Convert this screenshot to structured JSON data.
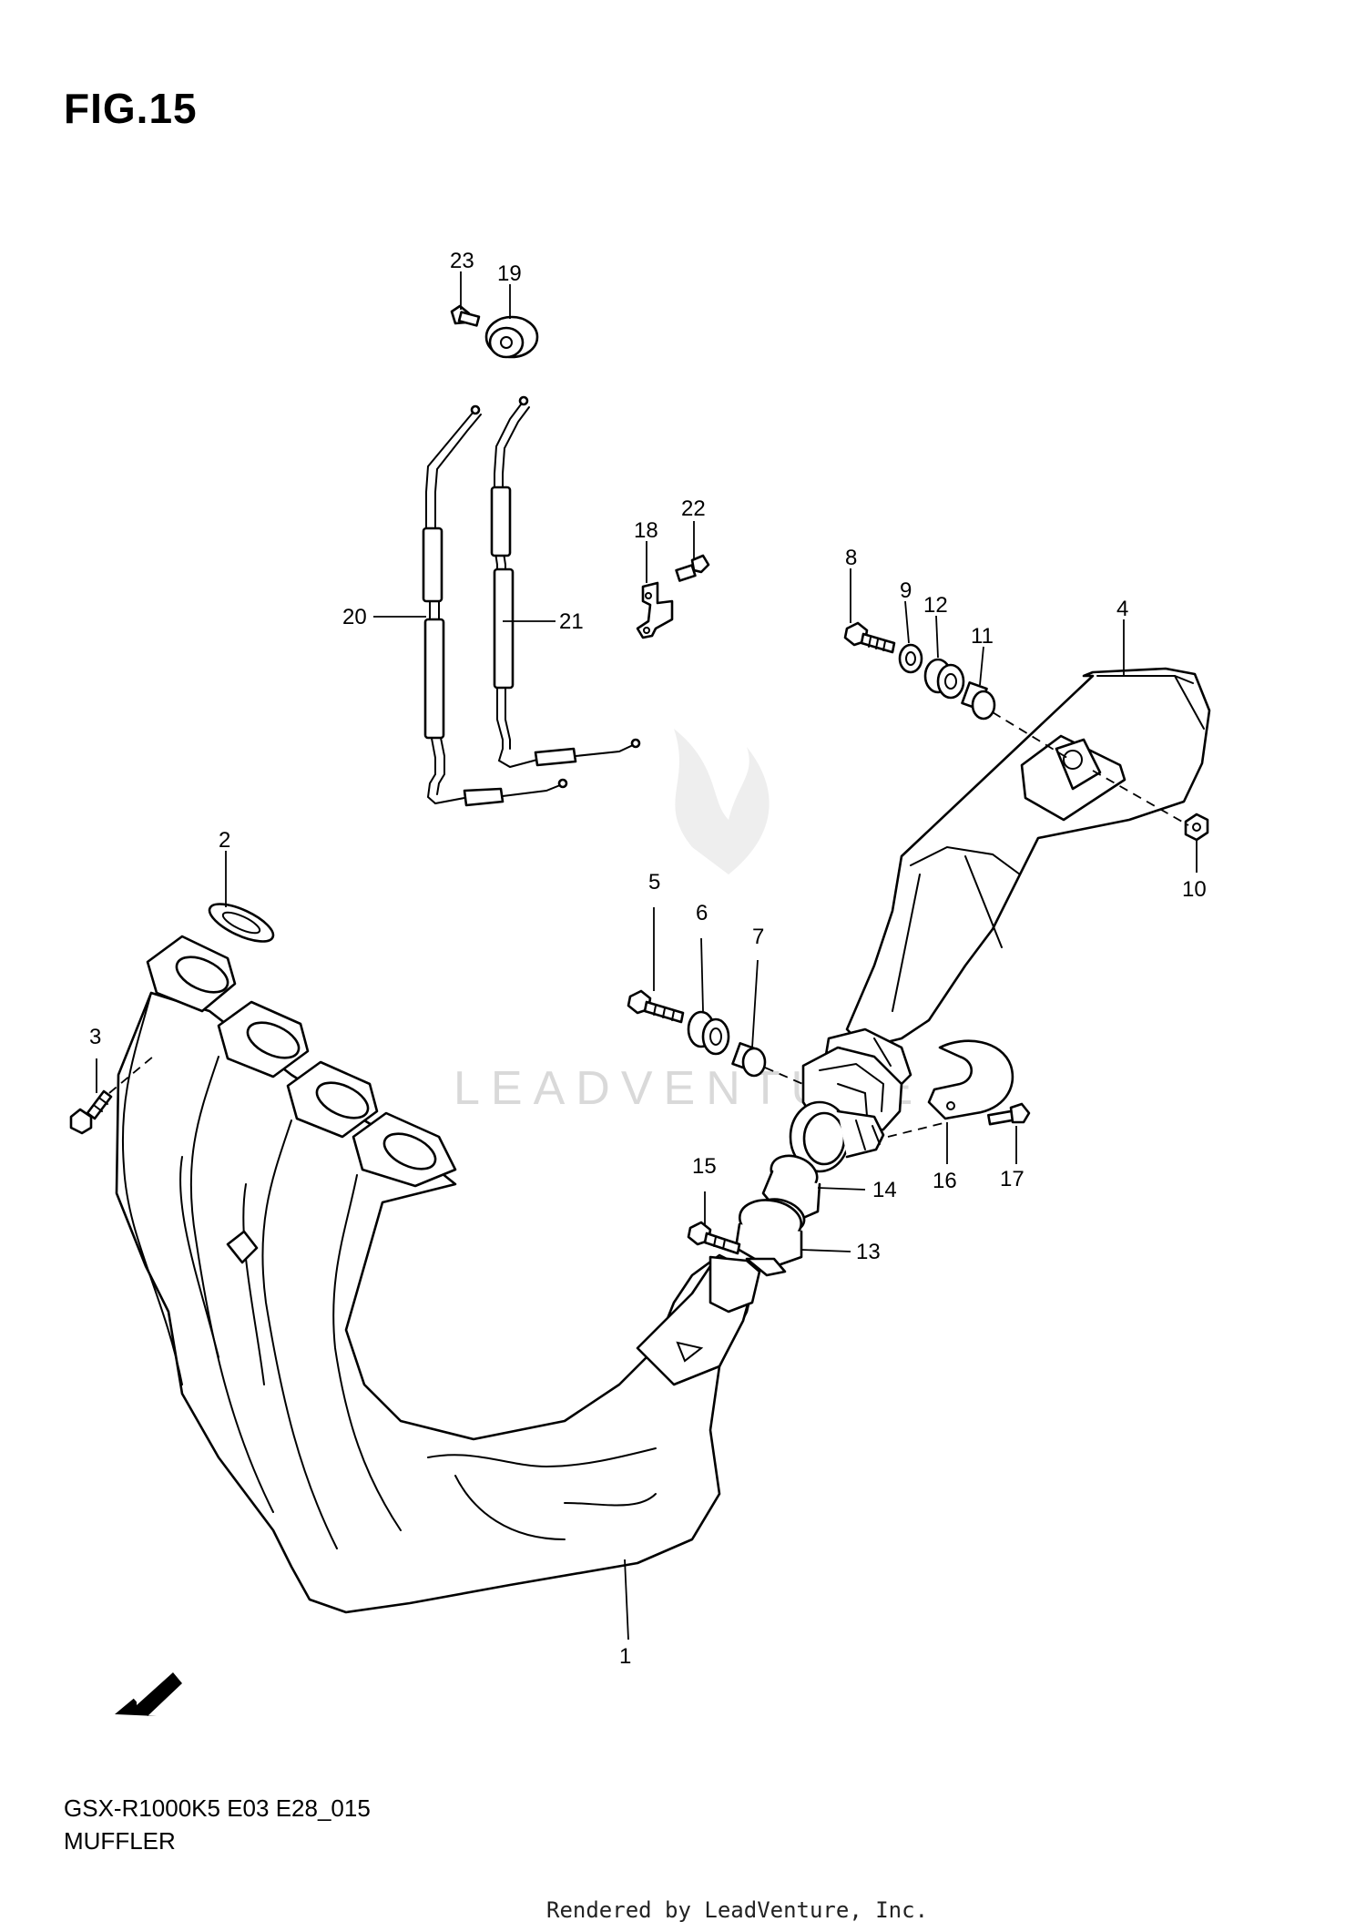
{
  "figure": {
    "title": "FIG.15",
    "model_code": "GSX-R1000K5 E03 E28_015",
    "section_name": "MUFFLER",
    "footer": "Rendered by LeadVenture, Inc.",
    "watermark": "LEADVENTURE"
  },
  "fwd_indicator": {
    "label": "FWD"
  },
  "callouts": {
    "c1": "1",
    "c2": "2",
    "c3": "3",
    "c4": "4",
    "c5": "5",
    "c6": "6",
    "c7": "7",
    "c8": "8",
    "c9": "9",
    "c10": "10",
    "c11": "11",
    "c12": "12",
    "c13": "13",
    "c14": "14",
    "c15": "15",
    "c16": "16",
    "c17": "17",
    "c18": "18",
    "c19": "19",
    "c20": "20",
    "c21": "21",
    "c22": "22",
    "c23": "23"
  },
  "colors": {
    "line": "#000000",
    "background": "#ffffff",
    "watermark": "#d9d9d9"
  }
}
